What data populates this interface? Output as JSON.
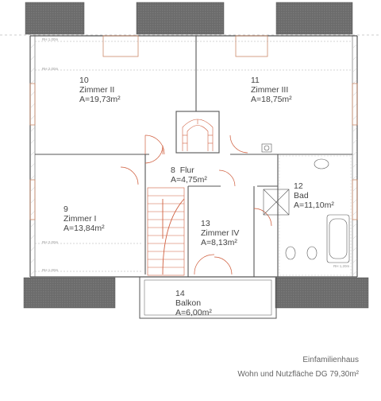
{
  "rooms": [
    {
      "number": "10",
      "name": "Zimmer II",
      "area": "A=19,73m²"
    },
    {
      "number": "11",
      "name": "Zimmer III",
      "area": "A=18,75m²"
    },
    {
      "number": "8",
      "name": "Flur",
      "area": "A=4,75m²"
    },
    {
      "number": "12",
      "name": "Bad",
      "area": "A=11,10m²"
    },
    {
      "number": "9",
      "name": "Zimmer I",
      "area": "A=13,84m²"
    },
    {
      "number": "13",
      "name": "Zimmer IV",
      "area": "A=8,13m²"
    },
    {
      "number": "14",
      "name": "Balkon",
      "area": "A=6,00m²"
    }
  ],
  "height_marks": {
    "rh_100": "RH 1,00m",
    "rh_200": "RH 2,00m",
    "rh_120": "RH 1,20m"
  },
  "caption": {
    "line1": "Einfamilienhaus",
    "line2": "Wohn und Nutzfläche DG 79,30m²"
  },
  "colors": {
    "wall": "#555555",
    "roof": "#6a6a6a",
    "door": "#d06040",
    "window": "#cc8a6a"
  }
}
